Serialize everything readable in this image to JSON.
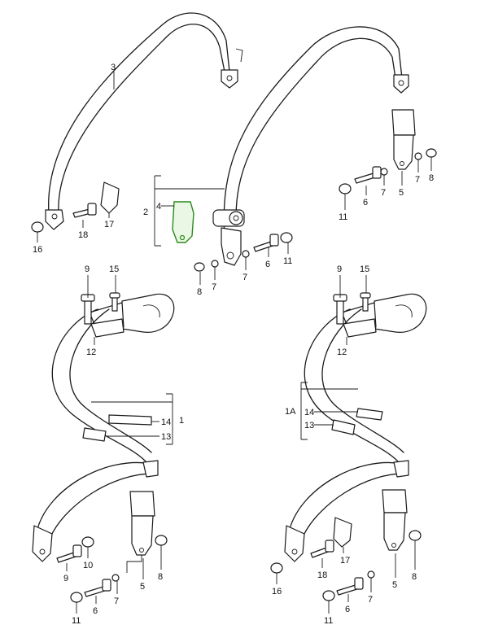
{
  "labels": {
    "l3": "3",
    "l16a": "16",
    "l18a": "18",
    "l17a": "17",
    "l2": "2",
    "l4": "4",
    "l11a": "11",
    "l6a": "6",
    "l7a": "7",
    "l5a": "5",
    "l7b": "7",
    "l8a": "8",
    "l8b": "8",
    "l7c": "7",
    "l7d": "7",
    "l6b": "6",
    "l11b": "11",
    "l9a": "9",
    "l15a": "15",
    "l12a": "12",
    "l14a": "14",
    "l1": "1",
    "l13a": "13",
    "l9b": "9",
    "l10": "10",
    "l11c": "11",
    "l6c": "6",
    "l7e": "7",
    "l5b": "5",
    "l8c": "8",
    "l9c": "9",
    "l15b": "15",
    "l12b": "12",
    "l1A": "1A",
    "l14b": "14",
    "l13b": "13",
    "l18b": "18",
    "l17b": "17",
    "l16b": "16",
    "l11d": "11",
    "l6d": "6",
    "l7f": "7",
    "l5c": "5",
    "l8d": "8"
  },
  "colors": {
    "highlight": "#2b8a1e",
    "line": "#1a1a1a"
  }
}
